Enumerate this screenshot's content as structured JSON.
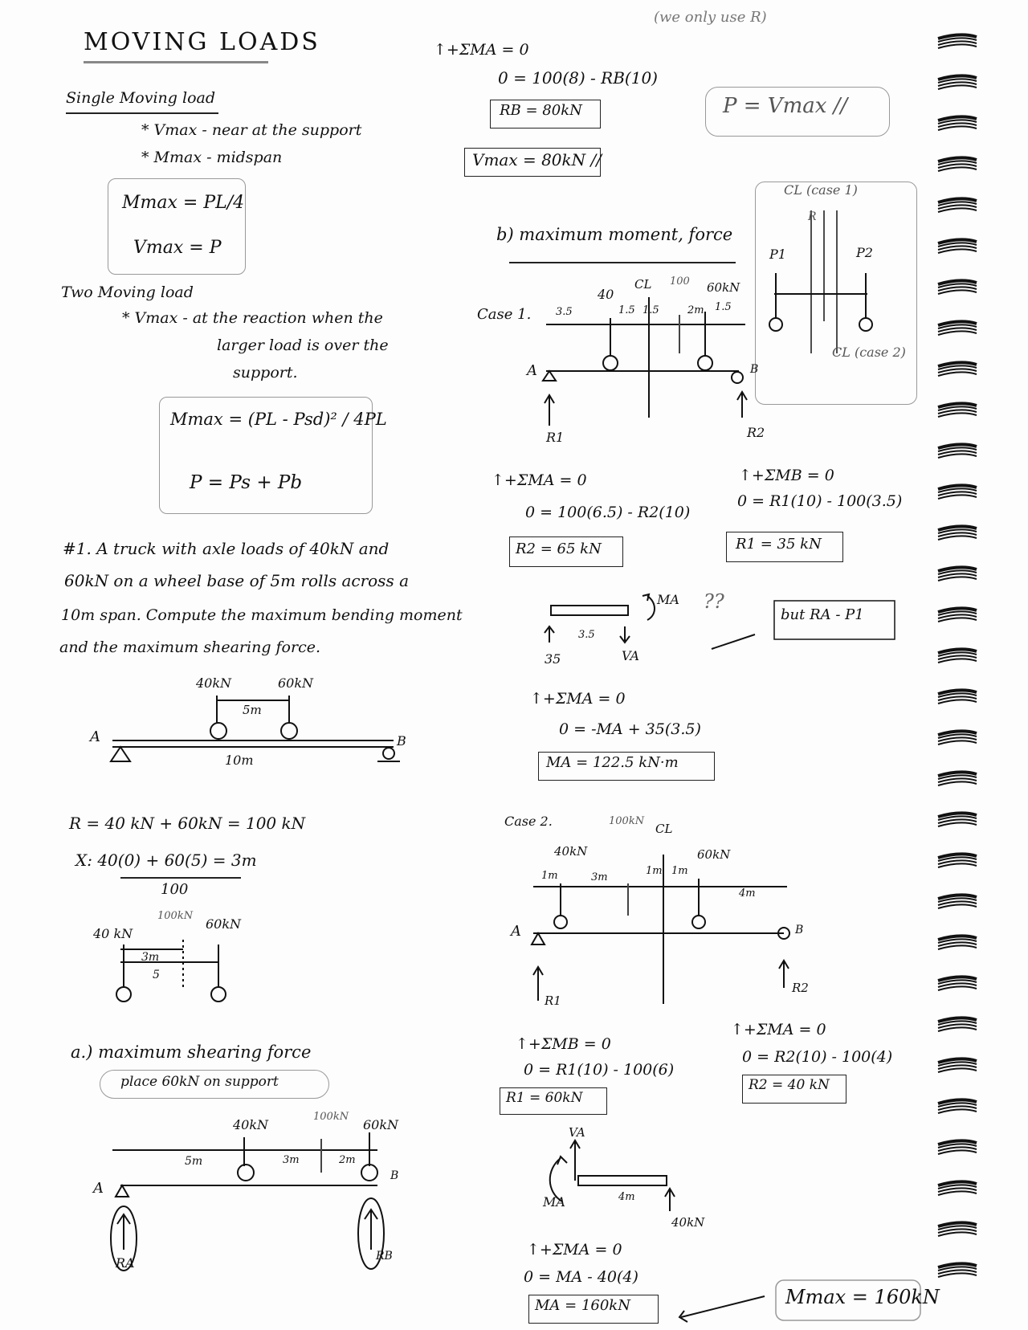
{
  "title": "MOVING LOADS",
  "note_top_right": "(we only use R)",
  "note_p_vmax": "P = Vmax //",
  "single": {
    "heading": "Single Moving load",
    "b1": "* Vmax - near at the support",
    "b2": "* Mmax - midspan",
    "f1": "Mmax = PL/4",
    "f2": "Vmax = P"
  },
  "two": {
    "heading": "Two Moving load",
    "b1": "* Vmax - at the reaction when the",
    "b2": "larger load is over the",
    "b3": "support.",
    "f1": "Mmax = (PL - Psd)² / 4PL",
    "f2": "P = Ps + Pb"
  },
  "problem": {
    "l1": "#1. A truck with axle loads of 40kN and",
    "l2": "60kN on a wheel base of 5m rolls across a",
    "l3": "10m span. Compute the maximum bending moment",
    "l4": "and the maximum shearing force."
  },
  "fig1": {
    "p1": "40kN",
    "p2": "60kN",
    "a": "5m",
    "span": "10m",
    "A": "A",
    "B": "B"
  },
  "resultant": {
    "r": "R = 40 kN + 60kN = 100 kN",
    "x": "X: 40(0) + 60(5) = 3m",
    "den": "100"
  },
  "fig2": {
    "p1": "40 kN",
    "p2": "60kN",
    "r": "100kN",
    "d1": "3m",
    "d2": "5"
  },
  "part_a": {
    "heading": "a.) maximum shearing force",
    "note": "place 60kN on support",
    "p1": "40kN",
    "p2": "60kN",
    "r": "100kN",
    "d1": "5m",
    "d2": "3m",
    "d3": "2m",
    "A": "A",
    "B": "B",
    "ra": "RA",
    "rb": "RB"
  },
  "mid_top": {
    "l1": "↑+ΣMA = 0",
    "l2": "0 = 100(8) - RB(10)",
    "l3": "RB = 80kN",
    "l4": "Vmax = 80kN //"
  },
  "part_b": {
    "heading": "b) maximum moment, force"
  },
  "cl_diagram": {
    "top": "CL (case 1)",
    "bottom": "CL (case 2)",
    "p1": "P1",
    "p2": "P2",
    "r": "R"
  },
  "case1": {
    "label": "Case 1.",
    "p1": "40",
    "p2": "60kN",
    "r": "100",
    "cl": "CL",
    "d1": "3.5",
    "d2": "1.5",
    "d3": "1.5",
    "d4": "2m",
    "d5": "1.5",
    "A": "A",
    "B": "B",
    "r1": "R1",
    "r2": "R2",
    "eq1": "↑+ΣMA = 0",
    "eq2": "0 = 100(6.5) - R2(10)",
    "eq3": "R2 = 65 kN",
    "eq4": "↑+ΣMB = 0",
    "eq5": "0 = R1(10) - 100(3.5)",
    "eq6": "R1 = 35 kN",
    "fbd_ma": "MA",
    "fbd_va": "VA",
    "fbd_35": "35",
    "fbd_d": "3.5",
    "qq": "??",
    "but": "but RA - P1",
    "eq7": "↑+ΣMA = 0",
    "eq8": "0 = -MA + 35(3.5)",
    "eq9": "MA = 122.5 kN·m"
  },
  "case2": {
    "label": "Case 2.",
    "p1": "40kN",
    "p2": "60kN",
    "r": "100kN",
    "cl": "CL",
    "d1": "1m",
    "d2": "3m",
    "d3": "1m",
    "d4": "1m",
    "d5": "4m",
    "A": "A",
    "B": "B",
    "r1": "R1",
    "r2": "R2",
    "eq1": "↑+ΣMB = 0",
    "eq2": "0 = R1(10) - 100(6)",
    "eq3": "R1 = 60kN",
    "eq4": "↑+ΣMA = 0",
    "eq5": "0 = R2(10) - 100(4)",
    "eq6": "R2 = 40 kN",
    "fbd_va": "VA",
    "fbd_ma": "MA",
    "fbd_d": "4m",
    "fbd_f": "40kN",
    "eq7": "↑+ΣMA = 0",
    "eq8": "0 = MA - 40(4)",
    "eq9": "MA = 160kN",
    "mmax": "Mmax = 160kN"
  }
}
